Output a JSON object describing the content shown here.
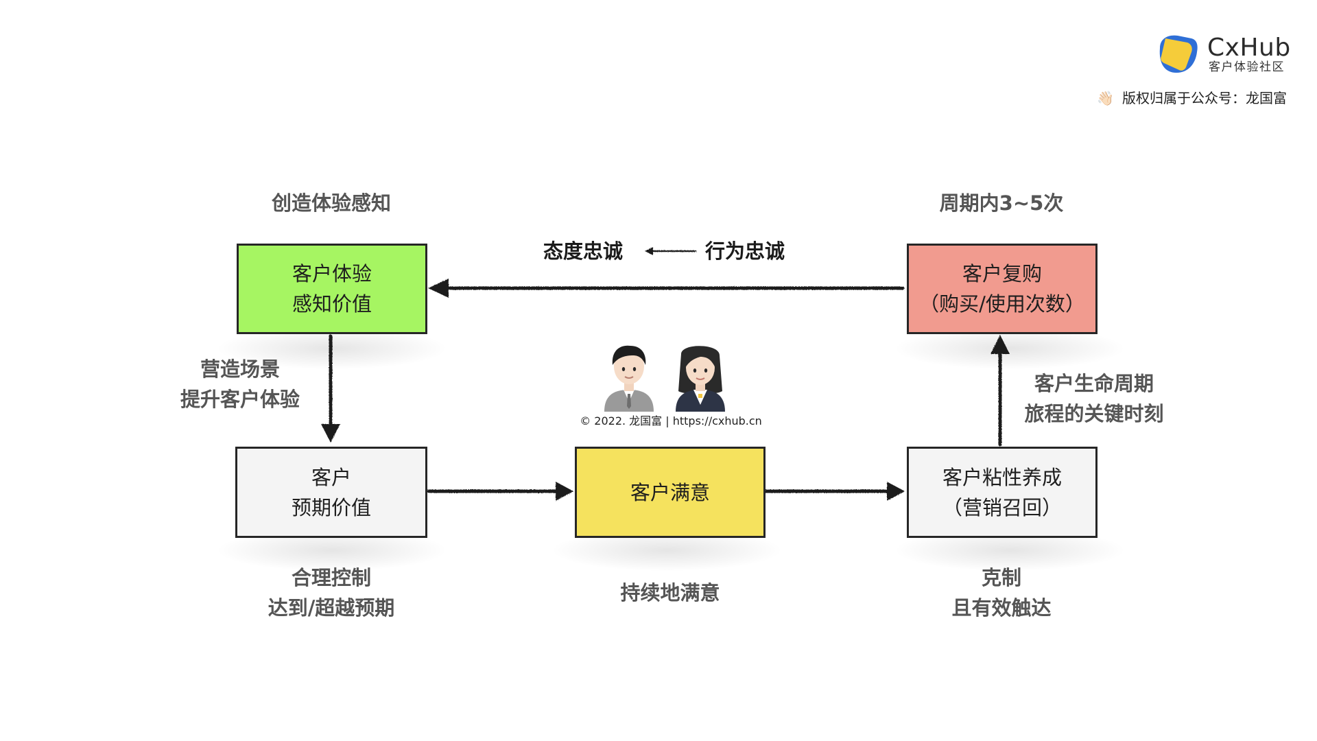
{
  "brand": {
    "name": "CxHub",
    "subtitle": "客户体验社区",
    "logo_icon": "cxhub-logo-icon",
    "logo_colors": {
      "blue": "#2f6fd6",
      "yellow": "#f5cc3a"
    }
  },
  "copyright_note": {
    "icon": "waving-hand-icon",
    "text": "版权归属于公众号：龙国富"
  },
  "diagram": {
    "nodes": {
      "experience": {
        "lines": [
          "客户体验",
          "感知价值"
        ],
        "color": "#a6f562"
      },
      "expectation": {
        "lines": [
          "客户",
          "预期价值"
        ],
        "color": "#f4f4f4"
      },
      "satisfaction": {
        "lines": [
          "客户满意"
        ],
        "color": "#f5e25e"
      },
      "stickiness": {
        "lines": [
          "客户粘性养成",
          "（营销召回）"
        ],
        "color": "#f4f4f4"
      },
      "repurchase": {
        "lines": [
          "客户复购",
          "（购买/使用次数）"
        ],
        "color": "#f19b8f"
      }
    },
    "labels": {
      "create_perception": [
        "创造体验感知"
      ],
      "frequency": [
        "周期内3~5次"
      ],
      "scene": [
        "营造场景",
        "提升客户体验"
      ],
      "lifecycle": [
        "客户生命周期",
        "旅程的关键时刻"
      ],
      "control": [
        "合理控制",
        "达到/超越预期"
      ],
      "continuous": [
        "持续地满意"
      ],
      "restraint": [
        "克制",
        "且有效触达"
      ]
    },
    "loyalty": {
      "attitude": "态度忠诚",
      "behavior": "行为忠诚",
      "arrow_icon": "left-arrow-icon"
    },
    "people": {
      "icons": [
        "man-office-worker-icon",
        "woman-office-worker-icon"
      ],
      "caption": "© 2022. 龙国富 | https://cxhub.cn"
    },
    "edges": [
      {
        "from": "experience",
        "to": "expectation"
      },
      {
        "from": "expectation",
        "to": "satisfaction"
      },
      {
        "from": "satisfaction",
        "to": "stickiness"
      },
      {
        "from": "stickiness",
        "to": "repurchase"
      },
      {
        "from": "repurchase",
        "to": "experience"
      }
    ]
  }
}
